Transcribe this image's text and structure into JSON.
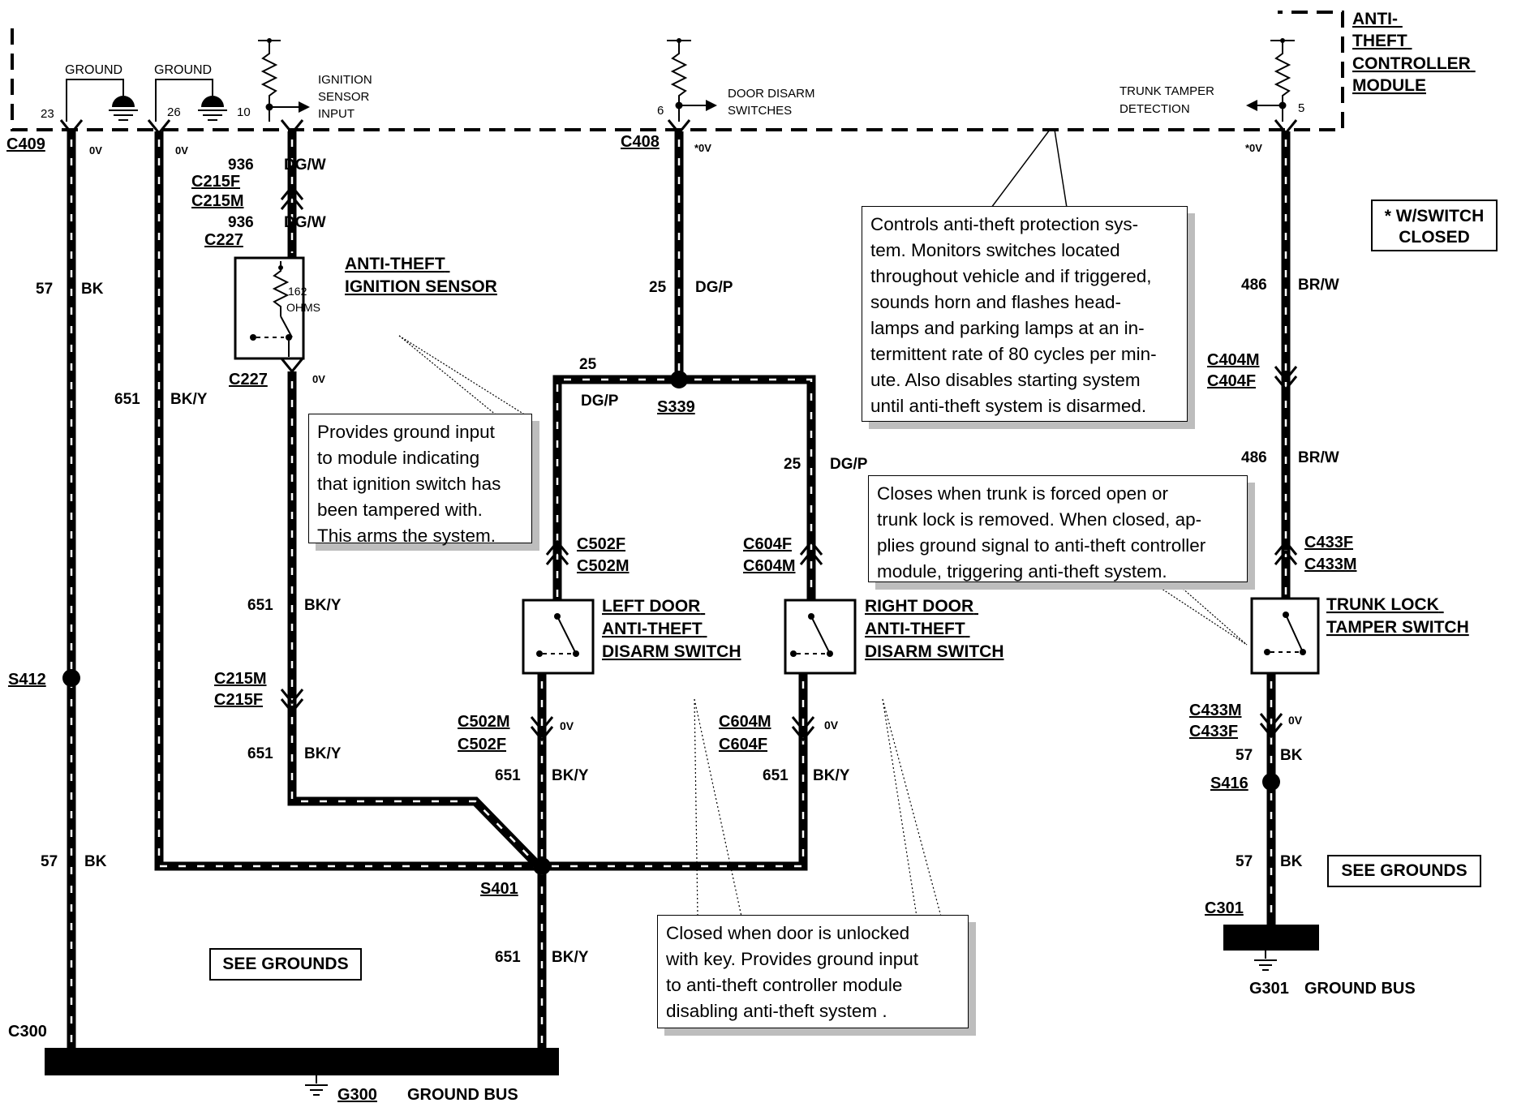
{
  "module": {
    "title_lines": [
      "ANTI-",
      "THEFT",
      "CONTROLLER",
      "MODULE"
    ],
    "ground_label_1": "GROUND",
    "ground_label_2": "GROUND",
    "pins": [
      "23",
      "26",
      "10",
      "6",
      "5"
    ],
    "ignition_input_lines": [
      "IGNITION",
      "SENSOR",
      "INPUT"
    ],
    "door_disarm_lines": [
      "DOOR DISARM",
      "SWITCHES"
    ],
    "trunk_tamper_lines": [
      "TRUNK TAMPER",
      "DETECTION"
    ]
  },
  "connectors": {
    "c409": "C409",
    "c408": "C408",
    "c215f_top": "C215F",
    "c215m_top": "C215M",
    "c227_top": "C227",
    "c227_bot": "C227",
    "s339": "S339",
    "c404m": "C404M",
    "c404f": "C404F",
    "s412": "S412",
    "c215m_low": "C215M",
    "c215f_low": "C215F",
    "c502f_top": "C502F",
    "c502m_top": "C502M",
    "c604f_top": "C604F",
    "c604m_top": "C604M",
    "c433f_top": "C433F",
    "c433m_top": "C433M",
    "c502m_low": "C502M",
    "c502f_low": "C502F",
    "c604m_low": "C604M",
    "c604f_low": "C604F",
    "c433m_low": "C433M",
    "c433f_low": "C433F",
    "s416": "S416",
    "s401": "S401",
    "c300": "C300",
    "c301": "C301",
    "g300": "G300",
    "g301": "G301"
  },
  "wires": {
    "w23_volt": "0V",
    "w26_volt": "0V",
    "w936a_num": "936",
    "w936a_col": "DG/W",
    "w936b_num": "936",
    "w936b_col": "DG/W",
    "c408_volt": "*0V",
    "pin5_volt": "*0V",
    "w57a_num": "57",
    "w57a_col": "BK",
    "w25a_num": "25",
    "w25a_col": "DG/P",
    "w486a_num": "486",
    "w486a_col": "BR/W",
    "w651a_num": "651",
    "w651a_col": "BK/Y",
    "sensor_volt": "0V",
    "w25_loop_num": "25",
    "w25_loop_col": "DG/P",
    "w25_right_num": "25",
    "w25_right_col": "DG/P",
    "w486b_num": "486",
    "w486b_col": "BR/W",
    "w651b_num": "651",
    "w651b_col": "BK/Y",
    "w651c_num": "651",
    "w651c_col": "BK/Y",
    "left_volt": "0V",
    "right_volt": "0V",
    "trunk_volt": "0V",
    "w651d_num": "651",
    "w651d_col": "BK/Y",
    "w651e_num": "651",
    "w651e_col": "BK/Y",
    "w57b_num": "57",
    "w57b_col": "BK",
    "w57c_num": "57",
    "w57c_col": "BK",
    "w57d_num": "57",
    "w57d_col": "BK",
    "w651f_num": "651",
    "w651f_col": "BK/Y"
  },
  "components": {
    "ignition_sensor_lines": [
      "ANTI-THEFT",
      "IGNITION SENSOR"
    ],
    "resistance_lines": [
      "162",
      "OHMS"
    ],
    "left_switch_lines": [
      "LEFT DOOR",
      "ANTI-THEFT",
      "DISARM SWITCH"
    ],
    "right_switch_lines": [
      "RIGHT DOOR",
      "ANTI-THEFT",
      "DISARM SWITCH"
    ],
    "trunk_switch_lines": [
      "TRUNK LOCK",
      "TAMPER SWITCH"
    ]
  },
  "ground_bus": {
    "left": "GROUND BUS",
    "right": "GROUND BUS"
  },
  "see_grounds": {
    "left": "SEE GROUNDS",
    "right": "SEE GROUNDS"
  },
  "legend_lines": [
    "* W/SWITCH",
    "CLOSED"
  ],
  "notes": {
    "module_desc": [
      "Controls anti-theft protection sys-",
      "tem.  Monitors switches located",
      "throughout vehicle and if triggered,",
      "sounds horn and flashes head-",
      "lamps and parking lamps at an in-",
      "termittent rate of 80 cycles per min-",
      "ute.  Also disables starting system",
      "until anti-theft system is disarmed."
    ],
    "ignition_desc": [
      "Provides ground input",
      "to module indicating",
      "that ignition switch has",
      "been tampered with.",
      "This arms the system."
    ],
    "trunk_desc": [
      "Closes when trunk is forced open or",
      "trunk lock is removed. When closed, ap-",
      "plies ground signal to anti-theft controller",
      "module, triggering anti-theft system."
    ],
    "door_desc": [
      "Closed when door is unlocked",
      "with key.  Provides ground input",
      "to anti-theft controller module",
      "disabling anti-theft system ."
    ]
  }
}
